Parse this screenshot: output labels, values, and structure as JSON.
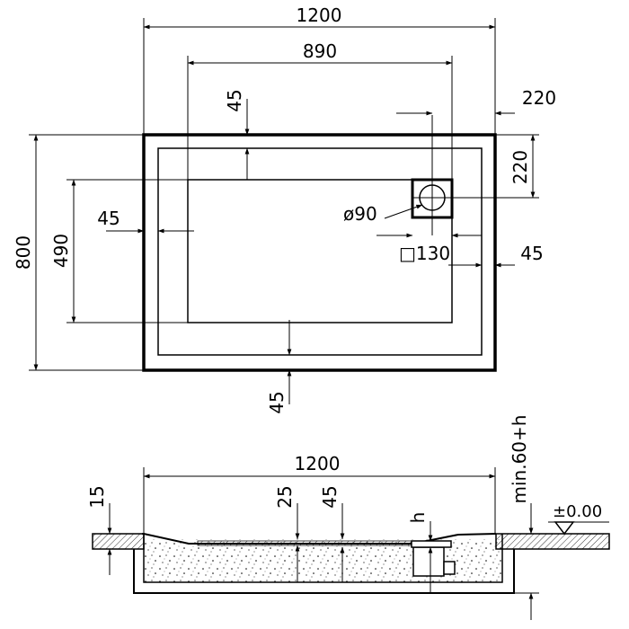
{
  "plan_view": {
    "overall_width": "1200",
    "inner_width": "890",
    "overall_depth": "800",
    "inner_depth": "490",
    "top_rim": "45",
    "left_rim": "45",
    "right_rim": "45",
    "bottom_rim": "45",
    "drain_offset_right": "220",
    "drain_offset_top": "220",
    "drain_diameter": "ø90",
    "drain_box": "□130"
  },
  "section_view": {
    "overall_width": "1200",
    "slab_thickness": "15",
    "base_thickness": "25",
    "tray_thickness": "45",
    "drain_height_symbol": "h",
    "min_height": "min.60+h",
    "floor_level": "±0.00"
  }
}
